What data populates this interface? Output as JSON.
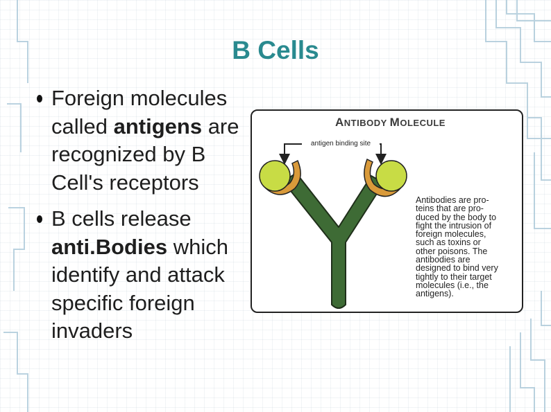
{
  "slide": {
    "title": "B Cells",
    "bullets": [
      {
        "before": "Foreign molecules called ",
        "bold": "antigens",
        "after": " are recognized by B Cell's receptors"
      },
      {
        "before": "B cells release ",
        "bold": "anti.Bodies",
        "after": " which identify and attack specific foreign invaders"
      }
    ]
  },
  "figure": {
    "title_cap1": "A",
    "title_rest1": "NTIBODY ",
    "title_cap2": "M",
    "title_rest2": "OLECULE",
    "label": "antigen binding site",
    "caption": "Antibodies are pro-\nteins that are pro-\nduced by the body to\nfight the intrusion of\nforeign molecules,\nsuch as toxins or\nother poisons. The\nantibodies are\ndesigned to bind very\ntightly to their target\nmolecules (i.e., the\nantigens).",
    "colors": {
      "antibody": "#3e6b35",
      "antigen": "#c8dc45",
      "receptor": "#d99a3a"
    }
  }
}
